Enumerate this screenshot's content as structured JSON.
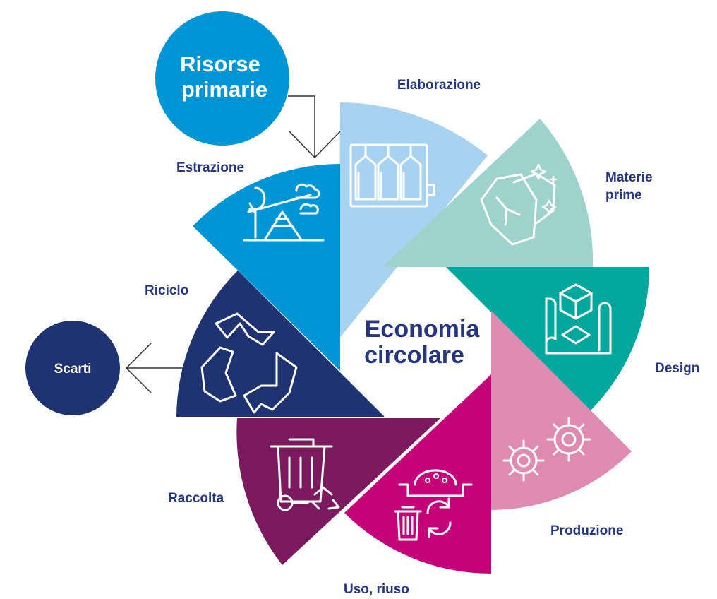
{
  "center": {
    "line1": "Economia",
    "line2": "circolare"
  },
  "source": {
    "line1": "Risorse",
    "line2": "primarie"
  },
  "sink": {
    "label": "Scarti"
  },
  "stages": [
    {
      "id": "elaborazione",
      "label1": "Elaborazione",
      "label2": "",
      "color": "#a8d3f0",
      "icon": "silo-icon"
    },
    {
      "id": "materie-prime",
      "label1": "Materie",
      "label2": "prime",
      "color": "#9ed2cc",
      "icon": "raw-material-icon"
    },
    {
      "id": "design",
      "label1": "Design",
      "label2": "",
      "color": "#00a79d",
      "icon": "design-cube-icon"
    },
    {
      "id": "produzione",
      "label1": "Produzione",
      "label2": "",
      "color": "#df8ab0",
      "icon": "gears-icon"
    },
    {
      "id": "uso-riuso",
      "label1": "Uso, riuso",
      "label2": "",
      "color": "#c4037b",
      "icon": "reuse-icon"
    },
    {
      "id": "raccolta",
      "label1": "Raccolta",
      "label2": "",
      "color": "#7b1a5f",
      "icon": "bin-recycle-icon"
    },
    {
      "id": "riciclo",
      "label1": "Riciclo",
      "label2": "",
      "color": "#1f3271",
      "icon": "recycle-icon"
    },
    {
      "id": "estrazione",
      "label1": "Estrazione",
      "label2": "",
      "color": "#0096d6",
      "icon": "pumpjack-icon"
    }
  ],
  "colors": {
    "label_text": "#253680",
    "source_circle": "#0096d6",
    "sink_circle": "#1f3271",
    "arrow": "#333333"
  }
}
